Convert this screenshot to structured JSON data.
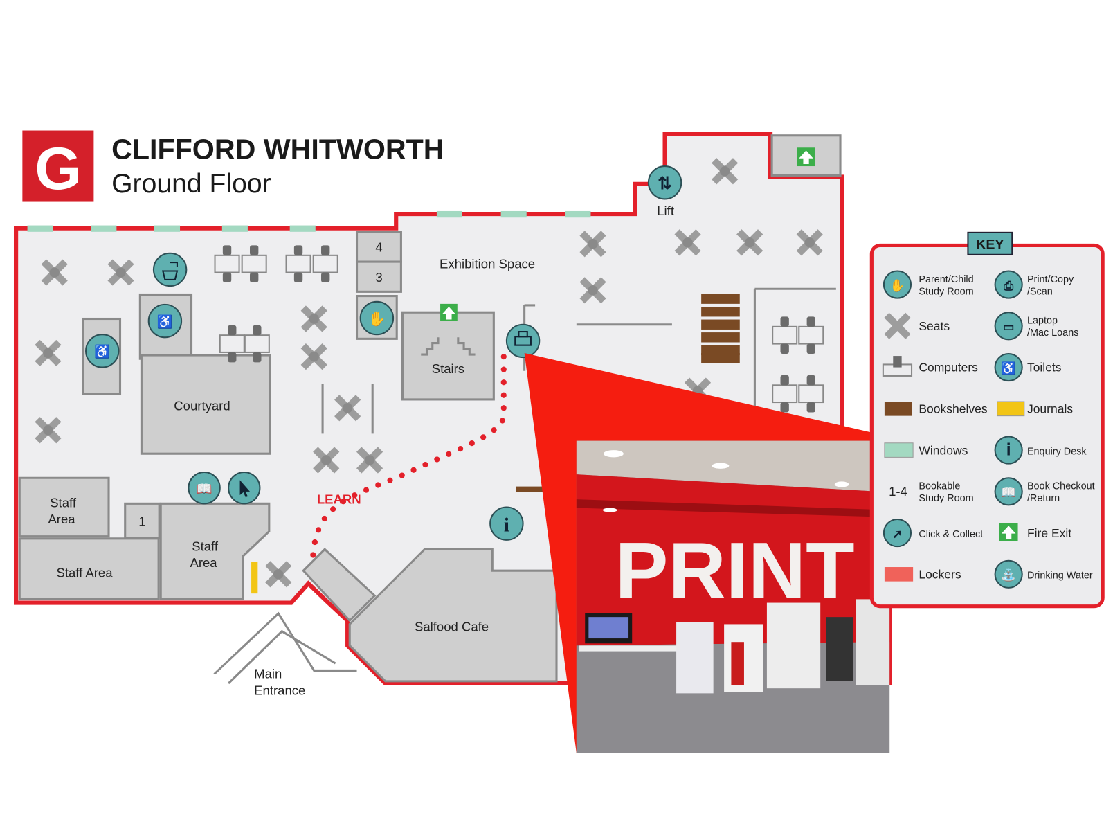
{
  "header": {
    "floor_letter": "G",
    "title": "CLIFFORD WHITWORTH",
    "subtitle": "Ground Floor"
  },
  "rooms": {
    "room4": "4",
    "room3": "3",
    "room1": "1",
    "exhibition": "Exhibition Space",
    "lift": "Lift",
    "stairs": "Stairs",
    "courtyard": "Courtyard",
    "staff1_l1": "Staff",
    "staff1_l2": "Area",
    "staff2": "Staff Area",
    "staff3_l1": "Staff",
    "staff3_l2": "Area",
    "cafe": "Salfood Cafe",
    "entrance_l1": "Main",
    "entrance_l2": "Entrance",
    "learn": "LEARN"
  },
  "photo": {
    "sign": "PRINT"
  },
  "key": {
    "title": "KEY",
    "items": [
      {
        "l1": "Parent/Child",
        "l2": "Study Room"
      },
      {
        "l1": "Print/Copy",
        "l2": "/Scan"
      },
      {
        "l1": "Seats"
      },
      {
        "l1": "Laptop",
        "l2": "/Mac Loans"
      },
      {
        "l1": "Computers"
      },
      {
        "l1": "Toilets"
      },
      {
        "l1": "Bookshelves"
      },
      {
        "l1": "Journals"
      },
      {
        "l1": "Windows"
      },
      {
        "l1": "Enquiry Desk"
      },
      {
        "l1": "Bookable",
        "l2": "Study Room",
        "marker": "1-4"
      },
      {
        "l1": "Book Checkout",
        "l2": "/Return"
      },
      {
        "l1": "Click & Collect"
      },
      {
        "l1": "Fire Exit"
      },
      {
        "l1": "Lockers"
      },
      {
        "l1": "Drinking Water"
      }
    ]
  },
  "colors": {
    "red": "#e3202a",
    "teal": "#5fb0b0",
    "window": "#a3d9c1",
    "bookshelf": "#7a4a24",
    "journal": "#f2c516",
    "locker": "#f0625a",
    "fire_exit": "#3cae4a"
  }
}
